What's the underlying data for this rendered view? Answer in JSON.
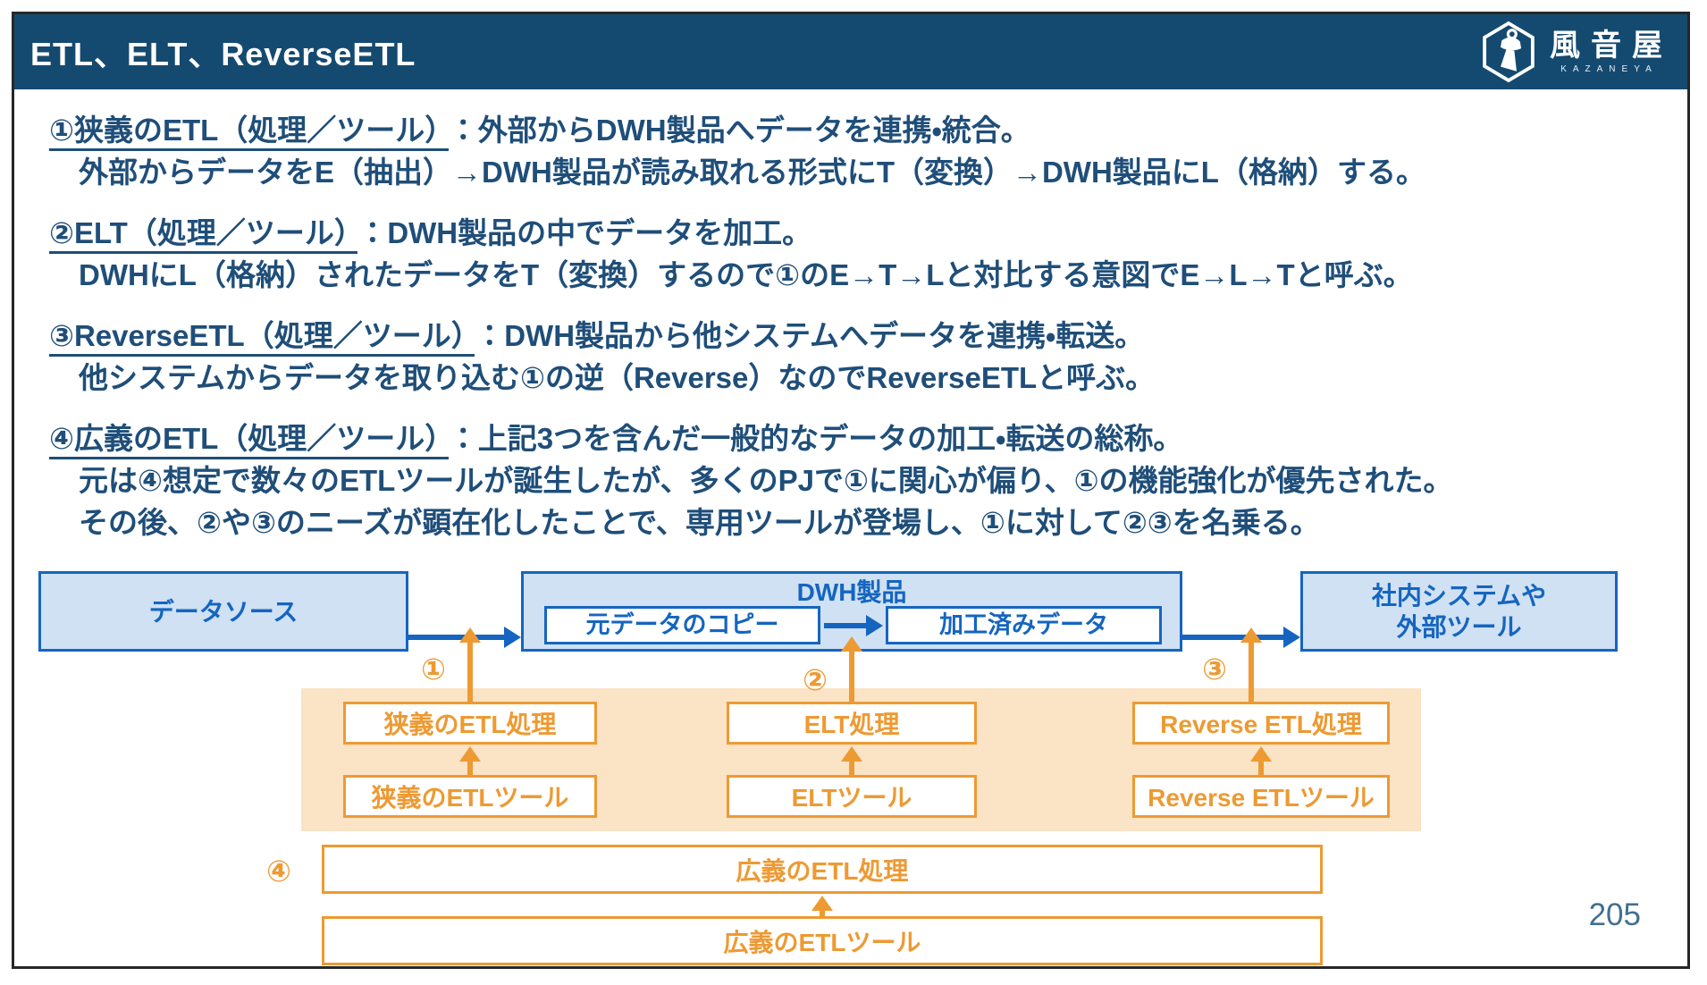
{
  "header": {
    "title": "ETL、ELT、ReverseETL",
    "logo": {
      "name": "風音屋",
      "subtitle": "KAZANEYA"
    }
  },
  "body": {
    "paragraphs": [
      {
        "underlined": "①狭義のETL（処理／ツール）",
        "rest": "：外部からDWH製品へデータを連携・統合。",
        "lines": [
          "外部からデータをE（抽出）→DWH製品が読み取れる形式にT（変換）→DWH製品にL（格納）する。"
        ]
      },
      {
        "underlined": "②ELT（処理／ツール）",
        "rest": "：DWH製品の中でデータを加工。",
        "lines": [
          "DWHにL（格納）されたデータをT（変換）するので①のE→T→Lと対比する意図でE→L→Tと呼ぶ。"
        ]
      },
      {
        "underlined": "③ReverseETL（処理／ツール）",
        "rest": "：DWH製品から他システムへデータを連携・転送。",
        "lines": [
          "他システムからデータを取り込む①の逆（Reverse）なのでReverseETLと呼ぶ。"
        ]
      },
      {
        "underlined": "④広義のETL（処理／ツール）",
        "rest": "：上記3つを含んだ一般的なデータの加工・転送の総称。",
        "lines": [
          "元は④想定で数々のETLツールが誕生したが、多くのPJで①に関心が偏り、①の機能強化が優先された。",
          "その後、②や③のニーズが顕在化したことで、専用ツールが登場し、①に対して②③を名乗る。"
        ]
      }
    ]
  },
  "diagram": {
    "data_source": "データソース",
    "dwh": {
      "title": "DWH製品",
      "copy": "元データのコピー",
      "processed": "加工済みデータ"
    },
    "destination_line1": "社内システムや",
    "destination_line2": "外部ツール",
    "labels": {
      "n1": "①",
      "n2": "②",
      "n3": "③",
      "n4": "④"
    },
    "columns": [
      {
        "process": "狭義のETL処理",
        "tool": "狭義のETLツール"
      },
      {
        "process": "ELT処理",
        "tool": "ELTツール"
      },
      {
        "process": "Reverse ETL処理",
        "tool": "Reverse ETLツール"
      }
    ],
    "wide_process": "広義のETL処理",
    "wide_tool": "広義のETLツール"
  },
  "footer": {
    "page_number": "205"
  },
  "colors": {
    "header_bg": "#154a70",
    "text_navy": "#1f4e79",
    "diagram_blue": "#1565c0",
    "diagram_blue_fill": "#cfe1f3",
    "diagram_orange": "#ed9a33",
    "diagram_orange_fill": "#fbe3c5"
  }
}
